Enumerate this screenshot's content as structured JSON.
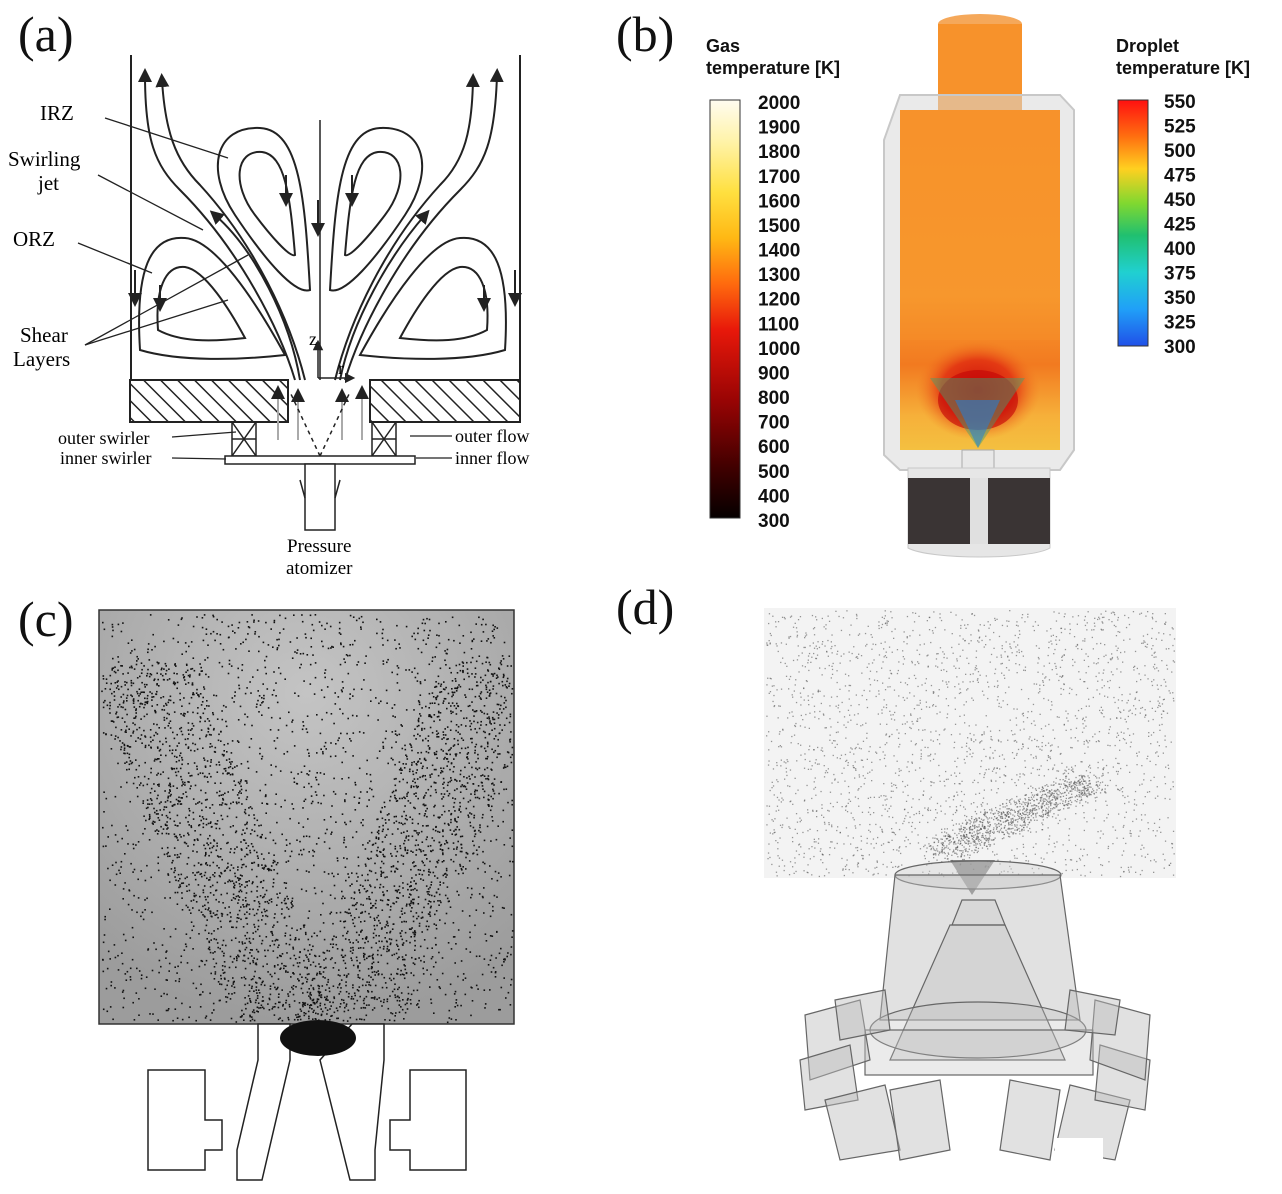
{
  "panels": {
    "a": {
      "label": "(a)",
      "annotations": {
        "irz": "IRZ",
        "swirling_line1": "Swirling",
        "swirling_line2": "jet",
        "orz": "ORZ",
        "shear_line1": "Shear",
        "shear_line2": "Layers",
        "outer_swirler": "outer swirler",
        "inner_swirler": "inner swirler",
        "outer_flow": "outer flow",
        "inner_flow": "inner flow",
        "atomizer_line1": "Pressure",
        "atomizer_line2": "atomizer",
        "axis_z": "z",
        "axis_r": "r"
      }
    },
    "b": {
      "label": "(b)",
      "gas_colorbar": {
        "title_line1": "Gas",
        "title_line2": "temperature [K]",
        "ticks": [
          "2000",
          "1900",
          "1800",
          "1700",
          "1600",
          "1500",
          "1400",
          "1300",
          "1200",
          "1100",
          "1000",
          "900",
          "800",
          "700",
          "600",
          "500",
          "400",
          "300"
        ],
        "colors": [
          "#fffcf0",
          "#fff6b0",
          "#ffee70",
          "#ffe23c",
          "#ffd21e",
          "#ffbe12",
          "#ffa010",
          "#ff780e",
          "#ff4a0c",
          "#f0200a",
          "#d81008",
          "#b80606",
          "#960404",
          "#760202",
          "#560101",
          "#380000",
          "#1c0000",
          "#050000"
        ]
      },
      "droplet_colorbar": {
        "title_line1": "Droplet",
        "title_line2": "temperature [K]",
        "ticks": [
          "550",
          "525",
          "500",
          "475",
          "450",
          "425",
          "400",
          "375",
          "350",
          "325",
          "300"
        ],
        "colors": [
          "#ff1010",
          "#ff6010",
          "#ffc020",
          "#c8e020",
          "#40d040",
          "#20c080",
          "#20c8c0",
          "#20d8f0",
          "#20a8f8",
          "#2060f0"
        ]
      }
    },
    "c": {
      "label": "(c)"
    },
    "d": {
      "label": "(d)"
    }
  }
}
